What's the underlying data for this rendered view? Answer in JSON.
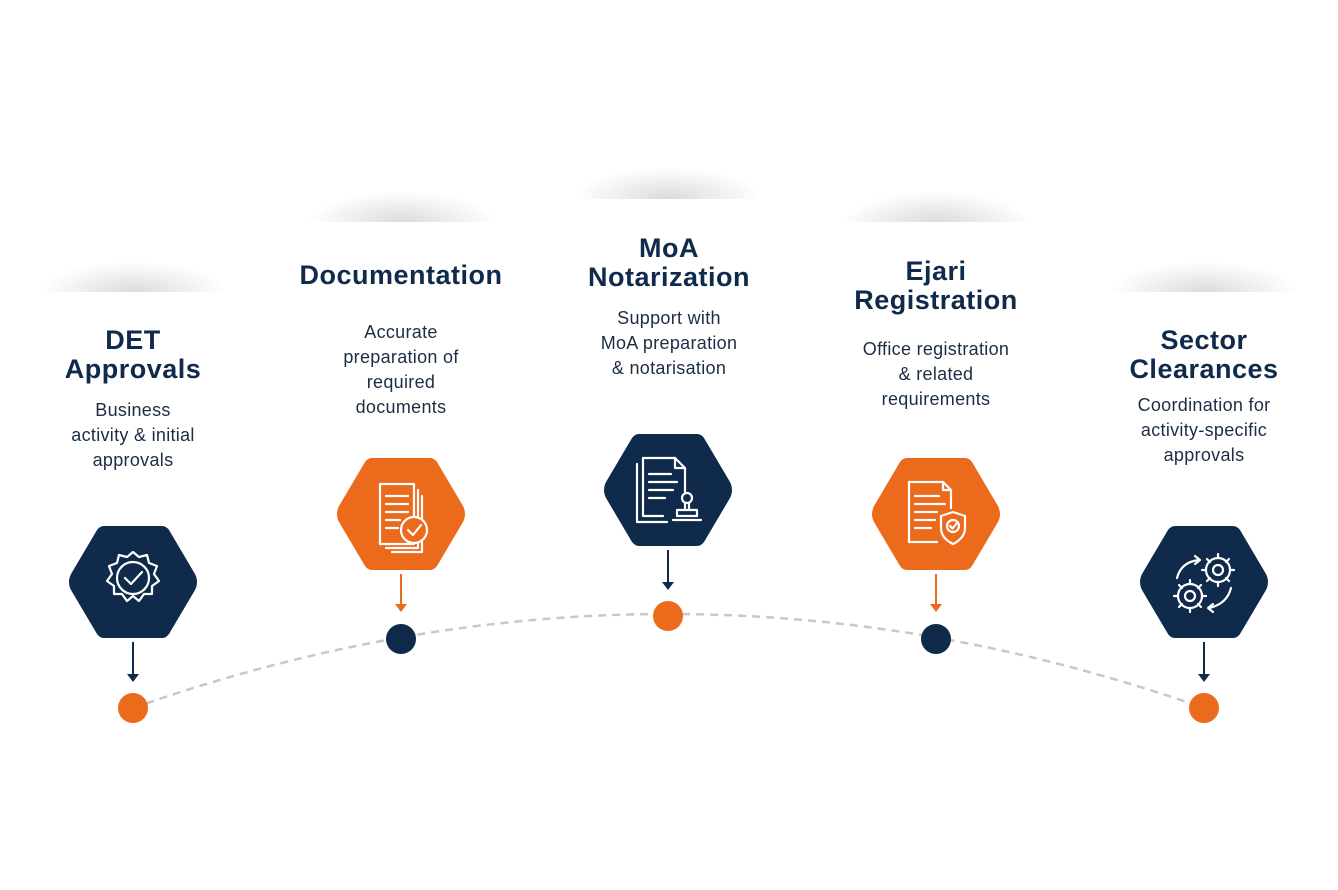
{
  "colors": {
    "navy": "#0f2a4a",
    "orange": "#ec6a1c",
    "path": "#c8c8c8",
    "text": "#1d2d44"
  },
  "steps": [
    {
      "title": "DET\nApprovals",
      "description": "Business\nactivity & initial\napprovals",
      "hex_color": "navy",
      "dot_color": "orange",
      "icon": "approval-badge-check-icon"
    },
    {
      "title": "Documentation",
      "description": "Accurate\npreparation of\nrequired\ndocuments",
      "hex_color": "orange",
      "dot_color": "navy",
      "icon": "documents-check-icon"
    },
    {
      "title": "MoA\nNotarization",
      "description": "Support with\nMoA preparation\n& notarisation",
      "hex_color": "navy",
      "dot_color": "orange",
      "icon": "document-stamp-icon"
    },
    {
      "title": "Ejari\nRegistration",
      "description": "Office registration\n& related\nrequirements",
      "hex_color": "orange",
      "dot_color": "navy",
      "icon": "certificate-shield-icon"
    },
    {
      "title": "Sector\nClearances",
      "description": "Coordination for\nactivity-specific\napprovals",
      "hex_color": "navy",
      "dot_color": "orange",
      "icon": "gears-cycle-icon"
    }
  ]
}
